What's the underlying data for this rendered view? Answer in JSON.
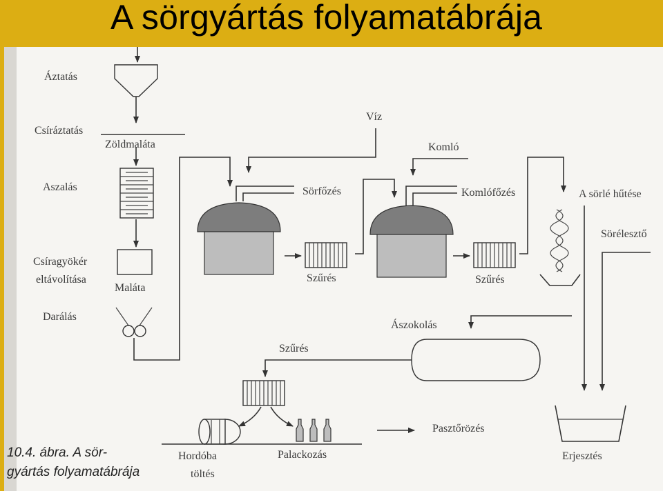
{
  "title": "A sörgyártás folyamatábrája",
  "labels": {
    "aztatas": "Áztatás",
    "csiraztatas": "Csíráztatás",
    "zoldmalata": "Zöldmaláta",
    "aszalas": "Aszalás",
    "csiragyoker_1": "Csíragyökér",
    "csiragyoker_2": "eltávolítása",
    "malata": "Maláta",
    "daralas": "Darálás",
    "viz": "Víz",
    "komlo": "Komló",
    "sorfozes": "Sörfőzés",
    "komlofozes": "Komlófőzés",
    "sorle_hutese": "A sörlé hűtése",
    "soreleszto": "Sörélesztő",
    "szures_1": "Szűrés",
    "szures_2": "Szűrés",
    "szures_3": "Szűrés",
    "aszokolas": "Ászokolás",
    "pasztorozes": "Pasztőrözés",
    "hordoba_1": "Hordóba",
    "hordoba_2": "töltés",
    "palackozas": "Palackozás",
    "erjesztes": "Erjesztés"
  },
  "caption": {
    "line1": "10.4. ábra. A sör-",
    "line2": "gyártás folyamatábrája"
  },
  "colors": {
    "title_background": "#dcae13",
    "diagram_background": "#f6f5f2"
  }
}
